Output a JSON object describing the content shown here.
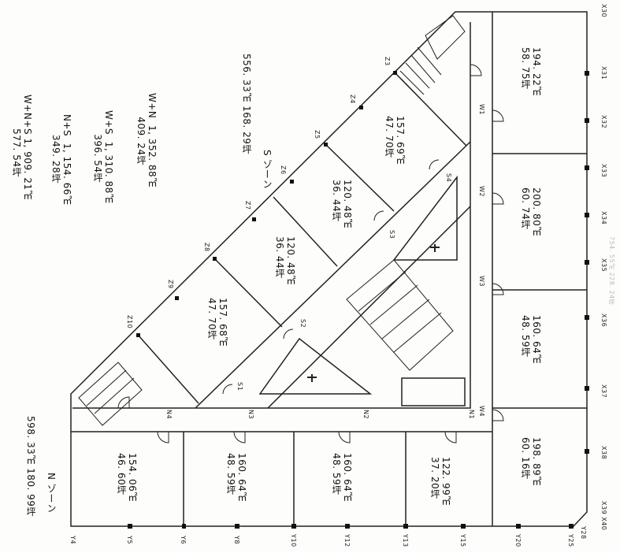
{
  "zones": {
    "w": {
      "area_m2": "754. 55㎡",
      "area_tsubo": "228. 24坪"
    },
    "s": {
      "name": "S ゾーン",
      "area": "556. 33㎡  168. 29坪"
    },
    "n": {
      "name": "N ゾーン",
      "area": "598. 33㎡  180. 99坪"
    }
  },
  "totals": [
    {
      "label": "W+N",
      "m2": "1, 352. 88㎡",
      "tsubo": "409. 24坪"
    },
    {
      "label": "W+S",
      "m2": "1, 310. 88㎡",
      "tsubo": "396. 54坪"
    },
    {
      "label": "N+S",
      "m2": "1, 154. 66㎡",
      "tsubo": "349. 28坪"
    },
    {
      "label": "W+N+S",
      "m2": "1, 909. 21㎡",
      "tsubo": "577. 54坪"
    }
  ],
  "rooms": {
    "w": [
      {
        "m2": "194. 22㎡",
        "tsubo": "58. 75坪"
      },
      {
        "m2": "200. 80㎡",
        "tsubo": "60. 74坪"
      },
      {
        "m2": "160. 64㎡",
        "tsubo": "48. 59坪"
      },
      {
        "m2": "198. 89㎡",
        "tsubo": "60. 16坪"
      }
    ],
    "n": [
      {
        "m2": "122. 99㎡",
        "tsubo": "37. 20坪"
      },
      {
        "m2": "160. 64㎡",
        "tsubo": "48. 59坪"
      },
      {
        "m2": "160. 64㎡",
        "tsubo": "48. 59坪"
      },
      {
        "m2": "154. 06㎡",
        "tsubo": "46. 60坪"
      }
    ],
    "s": [
      {
        "m2": "157. 69㎡",
        "tsubo": "47. 70坪"
      },
      {
        "m2": "120. 48㎡",
        "tsubo": "36. 44坪"
      },
      {
        "m2": "120. 48㎡",
        "tsubo": "36. 44坪"
      },
      {
        "m2": "157. 68㎡",
        "tsubo": "47. 70坪"
      }
    ]
  },
  "grid_x": [
    "X30",
    "X31",
    "X32",
    "X33",
    "X34",
    "X35",
    "X36",
    "X37",
    "X38",
    "X39 X40"
  ],
  "grid_y": [
    "Y4",
    "Y5",
    "Y6",
    "Y8",
    "Y10",
    "Y12",
    "Y13",
    "Y15",
    "Y20",
    "Y25",
    "Y28"
  ],
  "grid_z": [
    "Z3",
    "Z4",
    "Z5",
    "Z6",
    "Z7",
    "Z8",
    "Z9",
    "Z10"
  ],
  "corridor": {
    "w": [
      "W1",
      "W2",
      "W3",
      "W4"
    ],
    "n": [
      "N1",
      "N2",
      "N3",
      "N4"
    ],
    "s": [
      "S1",
      "S2",
      "S3",
      "S4"
    ]
  },
  "icons": [
    "restroom-icon",
    "stairs-icon",
    "door-icon"
  ]
}
